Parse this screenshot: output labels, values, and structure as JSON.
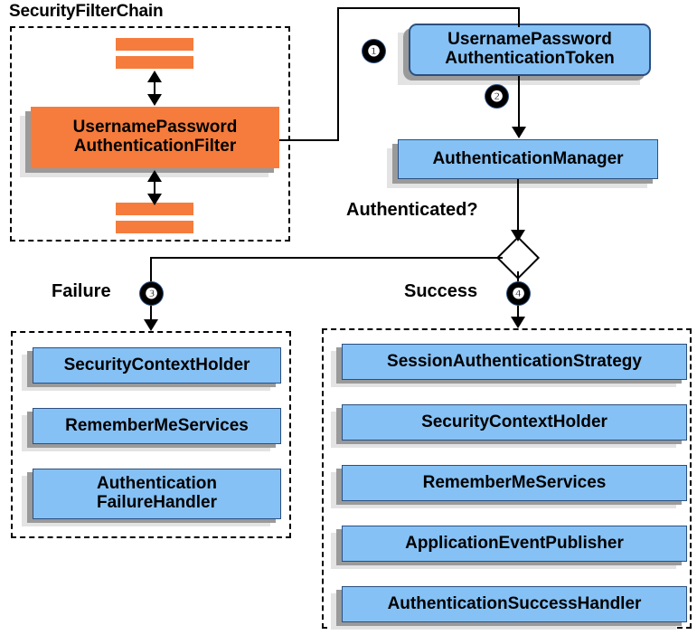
{
  "diagram": {
    "title_security_filter_chain": "SecurityFilterChain",
    "labels": {
      "authenticated_question": "Authenticated?",
      "failure": "Failure",
      "success": "Success"
    },
    "badges": {
      "step1": "❶",
      "step2": "❷",
      "step3": "❸",
      "step4": "❹"
    },
    "filter_chain": {
      "bar_top_1": "",
      "bar_top_2": "",
      "bar_bottom_1": "",
      "bar_bottom_2": "",
      "filter_node": "UsernamePassword\nAuthenticationFilter"
    },
    "flow": {
      "token_node": "UsernamePassword\nAuthenticationToken",
      "manager_node": "AuthenticationManager"
    },
    "failure_branch": {
      "items": [
        {
          "label": "SecurityContextHolder"
        },
        {
          "label": "RememberMeServices"
        },
        {
          "label": "Authentication\nFailureHandler"
        }
      ]
    },
    "success_branch": {
      "items": [
        {
          "label": "SessionAuthenticationStrategy"
        },
        {
          "label": "SecurityContextHolder"
        },
        {
          "label": "RememberMeServices"
        },
        {
          "label": "ApplicationEventPublisher"
        },
        {
          "label": "AuthenticationSuccessHandler"
        }
      ]
    },
    "colors": {
      "blue_fill": "#85c1f5",
      "blue_border": "#2b4f80",
      "orange_fill": "#f57c3c",
      "shadow_dark": "#9a9a9a",
      "shadow_light": "#e3e3e3",
      "stroke": "#000000",
      "background": "#ffffff"
    }
  }
}
